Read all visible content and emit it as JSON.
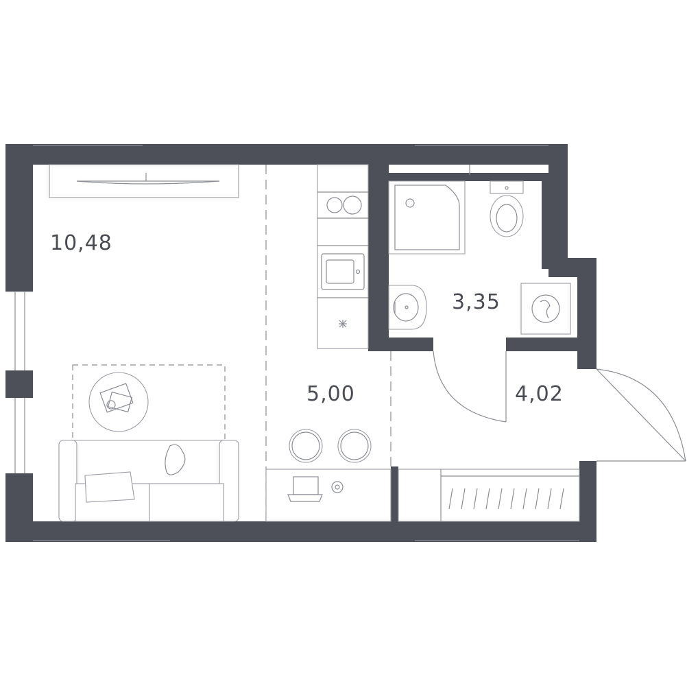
{
  "rooms": {
    "living": {
      "area": "10,48"
    },
    "kitchen": {
      "area": "5,00"
    },
    "bathroom": {
      "area": "3,35"
    },
    "hallway": {
      "area": "4,02"
    }
  },
  "colors": {
    "wall": "#4d5059",
    "line": "#8a8d94",
    "text": "#4a4c54"
  }
}
